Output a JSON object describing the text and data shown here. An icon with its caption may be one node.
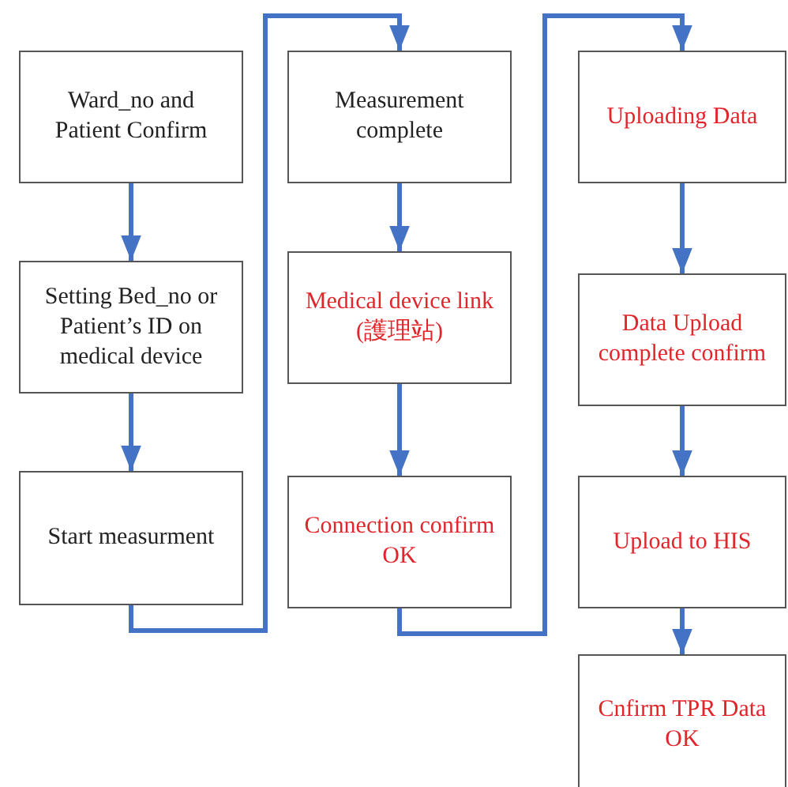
{
  "diagram": {
    "nodes": [
      {
        "text": [
          "Ward_no and Patient Confirm"
        ]
      },
      {
        "text": [
          "Setting Bed_no or Patient’s ID on medical device"
        ]
      },
      {
        "text": [
          "Start measurment"
        ]
      },
      {
        "text": [
          "Measurement complete"
        ]
      },
      {
        "text": [
          "Medical device link (護理站)"
        ]
      },
      {
        "text": [
          "Connection confirm OK"
        ]
      },
      {
        "text": [
          "Uploading Data"
        ]
      },
      {
        "text": [
          "Data Upload complete confirm"
        ]
      },
      {
        "text": [
          "Upload to HIS"
        ]
      },
      {
        "text": [
          "Cnfirm TPR Data OK"
        ]
      }
    ],
    "edges": [
      {
        "from": 0,
        "to": 1,
        "arrow": "to"
      },
      {
        "from": 1,
        "to": 2,
        "arrow": "to"
      },
      {
        "from": 2,
        "to": 3,
        "arrow": "to"
      },
      {
        "from": 3,
        "to": 4,
        "arrow": "to"
      },
      {
        "from": 4,
        "to": 5,
        "arrow": "to"
      },
      {
        "from": 5,
        "to": 6,
        "arrow": "to"
      },
      {
        "from": 6,
        "to": 7,
        "arrow": "to"
      },
      {
        "from": 7,
        "to": 8,
        "arrow": "to"
      },
      {
        "from": 8,
        "to": 9,
        "arrow": "to"
      }
    ]
  }
}
